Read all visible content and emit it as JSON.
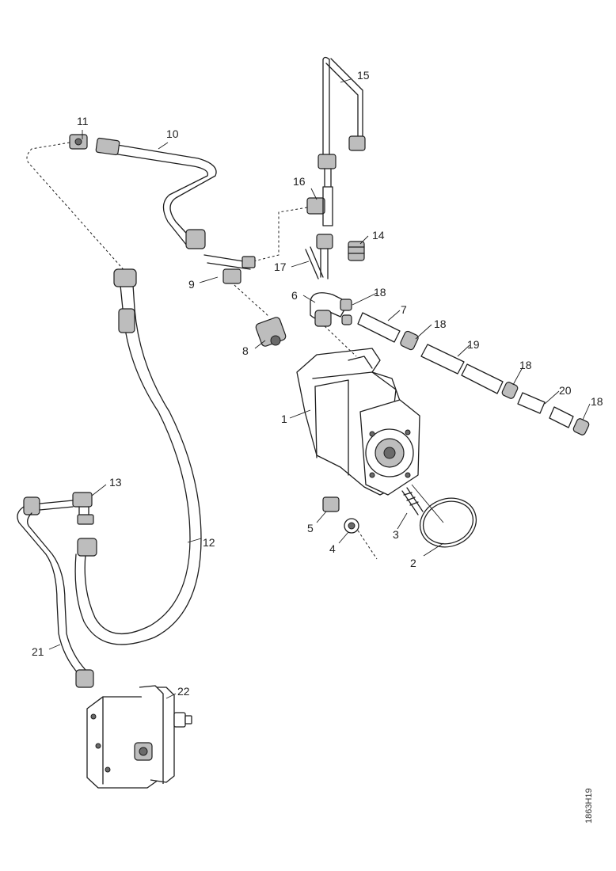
{
  "callouts": {
    "c1": "1",
    "c2": "2",
    "c3": "3",
    "c4": "4",
    "c5": "5",
    "c6": "6",
    "c7": "7",
    "c8": "8",
    "c9": "9",
    "c10": "10",
    "c11": "11",
    "c12": "12",
    "c13": "13",
    "c14": "14",
    "c15": "15",
    "c16": "16",
    "c17": "17",
    "c18a": "18",
    "c18b": "18",
    "c18c": "18",
    "c18d": "18",
    "c19": "19",
    "c20": "20",
    "c21": "21",
    "c22": "22"
  },
  "figure_code": "1863H19",
  "colors": {
    "line": "#1e1e1e",
    "shade": "#bdbdbd",
    "background": "#ffffff"
  }
}
